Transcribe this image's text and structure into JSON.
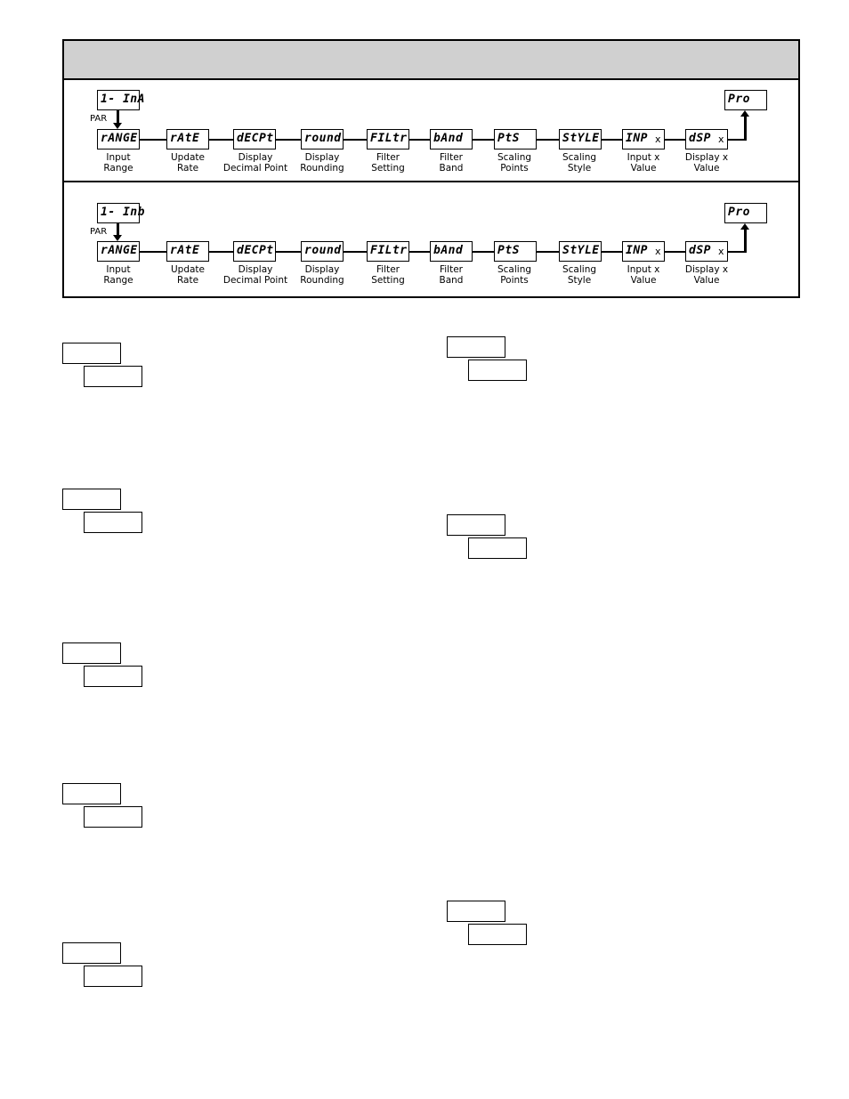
{
  "menu_rows": [
    {
      "start": "1- InA",
      "par": "PAR",
      "end": "Pro",
      "items": [
        {
          "lcd": "rANGE",
          "x": "",
          "caption1": "Input",
          "caption2": "Range"
        },
        {
          "lcd": "rAtE",
          "x": "",
          "caption1": "Update",
          "caption2": "Rate"
        },
        {
          "lcd": "dECPt",
          "x": "",
          "caption1": "Display",
          "caption2": "Decimal Point"
        },
        {
          "lcd": "round",
          "x": "",
          "caption1": "Display",
          "caption2": "Rounding"
        },
        {
          "lcd": "FILtr",
          "x": "",
          "caption1": "Filter",
          "caption2": "Setting"
        },
        {
          "lcd": "bAnd",
          "x": "",
          "caption1": "Filter",
          "caption2": "Band"
        },
        {
          "lcd": "PtS",
          "x": "",
          "caption1": "Scaling",
          "caption2": "Points"
        },
        {
          "lcd": "StYLE",
          "x": "",
          "caption1": "Scaling",
          "caption2": "Style"
        },
        {
          "lcd": "INP",
          "x": "x",
          "caption1": "Input x",
          "caption2": "Value"
        },
        {
          "lcd": "dSP",
          "x": "x",
          "caption1": "Display x",
          "caption2": "Value"
        }
      ]
    },
    {
      "start": "1- Inb",
      "par": "PAR",
      "end": "Pro",
      "items": [
        {
          "lcd": "rANGE",
          "x": "",
          "caption1": "Input",
          "caption2": "Range"
        },
        {
          "lcd": "rAtE",
          "x": "",
          "caption1": "Update",
          "caption2": "Rate"
        },
        {
          "lcd": "dECPt",
          "x": "",
          "caption1": "Display",
          "caption2": "Decimal Point"
        },
        {
          "lcd": "round",
          "x": "",
          "caption1": "Display",
          "caption2": "Rounding"
        },
        {
          "lcd": "FILtr",
          "x": "",
          "caption1": "Filter",
          "caption2": "Setting"
        },
        {
          "lcd": "bAnd",
          "x": "",
          "caption1": "Filter",
          "caption2": "Band"
        },
        {
          "lcd": "PtS",
          "x": "",
          "caption1": "Scaling",
          "caption2": "Points"
        },
        {
          "lcd": "StYLE",
          "x": "",
          "caption1": "Scaling",
          "caption2": "Style"
        },
        {
          "lcd": "INP",
          "x": "x",
          "caption1": "Input x",
          "caption2": "Value"
        },
        {
          "lcd": "dSP",
          "x": "x",
          "caption1": "Display x",
          "caption2": "Value"
        }
      ]
    }
  ],
  "colors": {
    "header_bg": "#d0d0d0",
    "border": "#000000"
  }
}
